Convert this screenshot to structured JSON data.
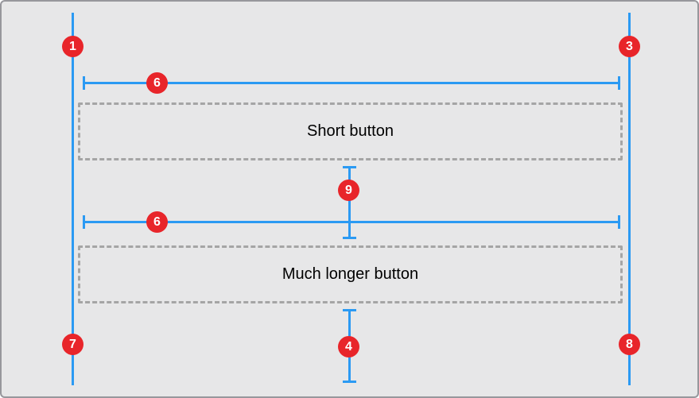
{
  "diagram": {
    "buttons": [
      {
        "label": "Short button"
      },
      {
        "label": "Much longer button"
      }
    ],
    "badges": {
      "left_margin_top": "1",
      "right_margin_top": "3",
      "top_width": "6",
      "vertical_spacing": "9",
      "bottom_width": "6",
      "left_margin_bottom": "7",
      "right_margin_bottom": "8",
      "bottom_spacing": "4"
    },
    "colors": {
      "guide_blue": "#2b9af3",
      "badge_red": "#e8252a",
      "canvas_background": "#e7e7e8",
      "canvas_border": "#97979c",
      "placeholder_dash": "#a5a5a5",
      "label_text": "#000000"
    }
  }
}
